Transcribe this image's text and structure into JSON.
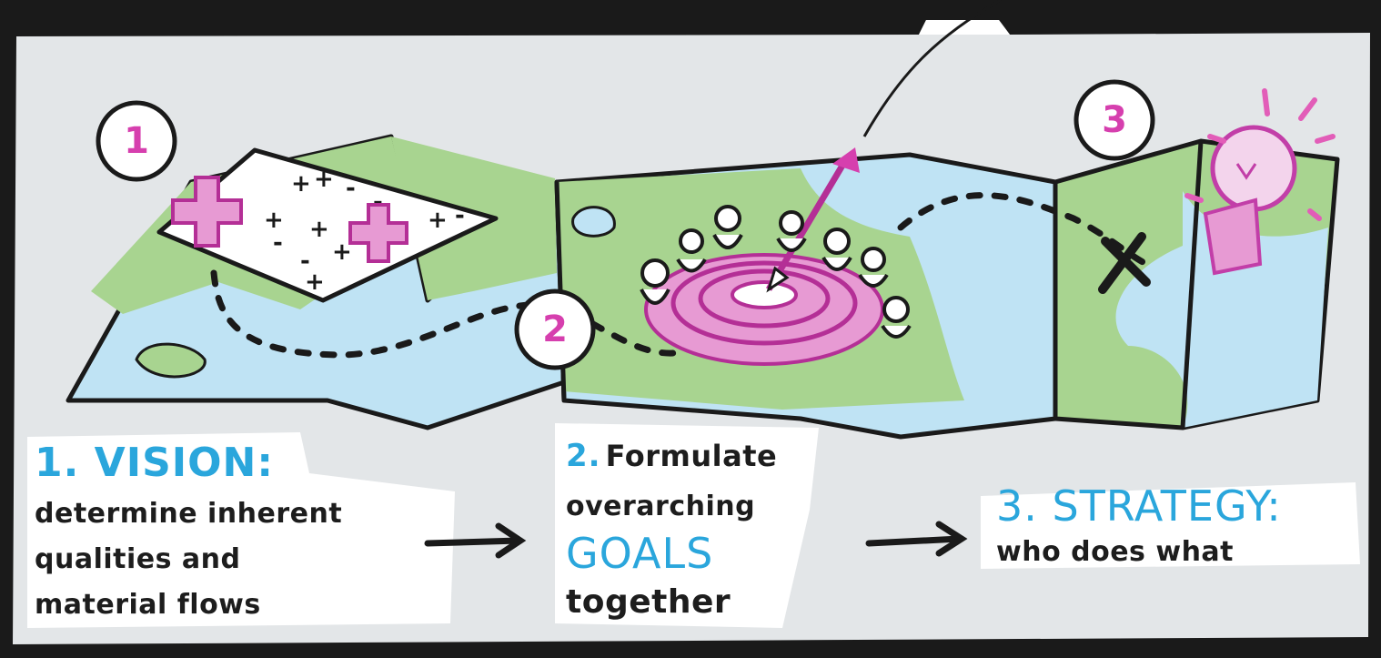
{
  "steps": [
    {
      "number": "1",
      "title": "1. VISION:",
      "lines": [
        "determine inherent",
        "qualities and",
        "material flows"
      ]
    },
    {
      "number": "2",
      "title_prefix": "2.",
      "title_rest": "Formulate",
      "lines": [
        "overarching"
      ],
      "highlight": "GOALS",
      "lines_after": [
        "together"
      ]
    },
    {
      "number": "3",
      "title": "3. STRATEGY:",
      "lines": [
        "who does what"
      ]
    }
  ],
  "colors": {
    "frame": "#1a1a1a",
    "panel_bg": "#e3e6e8",
    "land": "#a8d490",
    "water": "#bfe3f4",
    "accent_pink": "#d63fae",
    "accent_blue": "#2aa6dc"
  }
}
